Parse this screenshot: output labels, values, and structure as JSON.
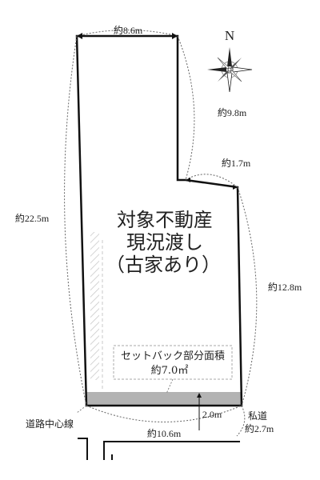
{
  "compass": {
    "label": "N"
  },
  "dimensions": {
    "top": "約8.6m",
    "right_upper": "約9.8m",
    "step": "約1.7m",
    "right_lower": "約12.8m",
    "left": "約22.5m",
    "bottom": "約10.6m",
    "setback_depth": "2.0m",
    "private_road_width": "約2.7m"
  },
  "labels": {
    "property_line1": "対象不動産",
    "property_line2": "現況渡し",
    "property_line3": "（古家あり）",
    "setback_line1": "セットバック部分面積",
    "setback_line2": "約7.0㎡",
    "road_center": "道路中心線",
    "private_road": "私道"
  },
  "colors": {
    "outline": "#111111",
    "setback_fill": "#b3b3b3",
    "dashed": "#666666"
  }
}
